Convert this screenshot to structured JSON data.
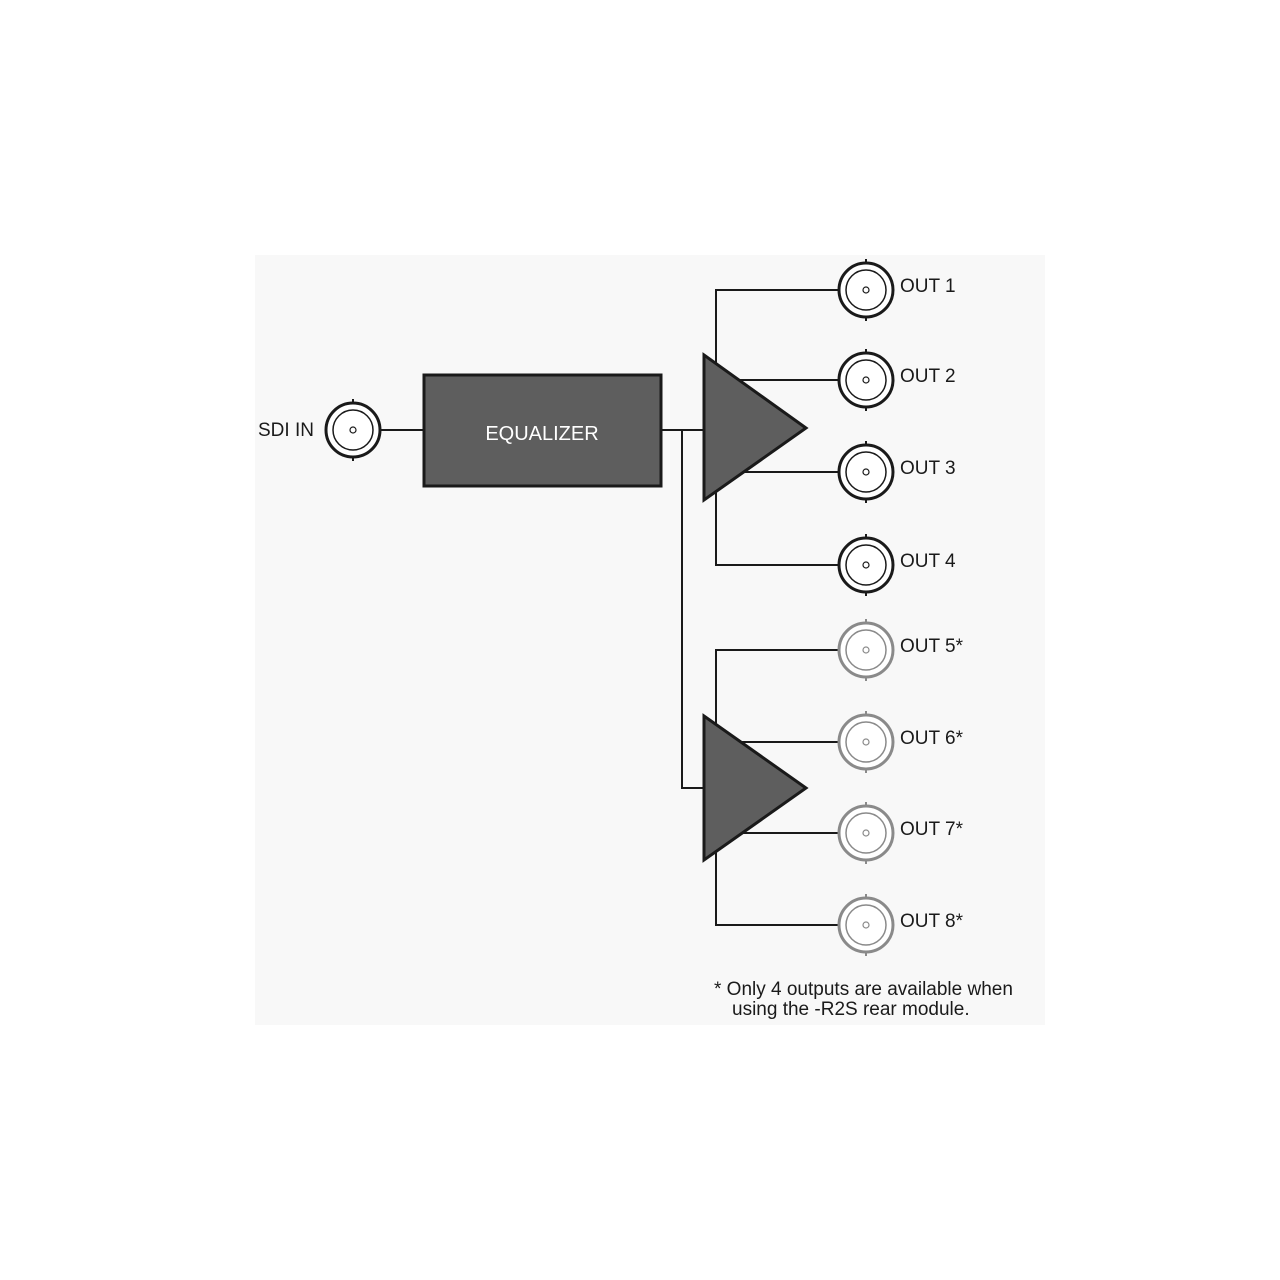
{
  "diagram": {
    "input_label": "SDI IN",
    "equalizer_label": "EQUALIZER",
    "outputs": [
      {
        "label": "OUT 1",
        "optional": false
      },
      {
        "label": "OUT 2",
        "optional": false
      },
      {
        "label": "OUT 3",
        "optional": false
      },
      {
        "label": "OUT 4",
        "optional": false
      },
      {
        "label": "OUT 5*",
        "optional": true
      },
      {
        "label": "OUT 6*",
        "optional": true
      },
      {
        "label": "OUT 7*",
        "optional": true
      },
      {
        "label": "OUT 8*",
        "optional": true
      }
    ],
    "footnote": {
      "line1": "* Only 4 outputs are available when",
      "line2": "using the -R2S rear module."
    }
  },
  "colors": {
    "block_fill": "#5e5e5e",
    "line": "#1a1a1a",
    "optional_connector": "#8a8a8a",
    "background": "#f8f8f8"
  }
}
